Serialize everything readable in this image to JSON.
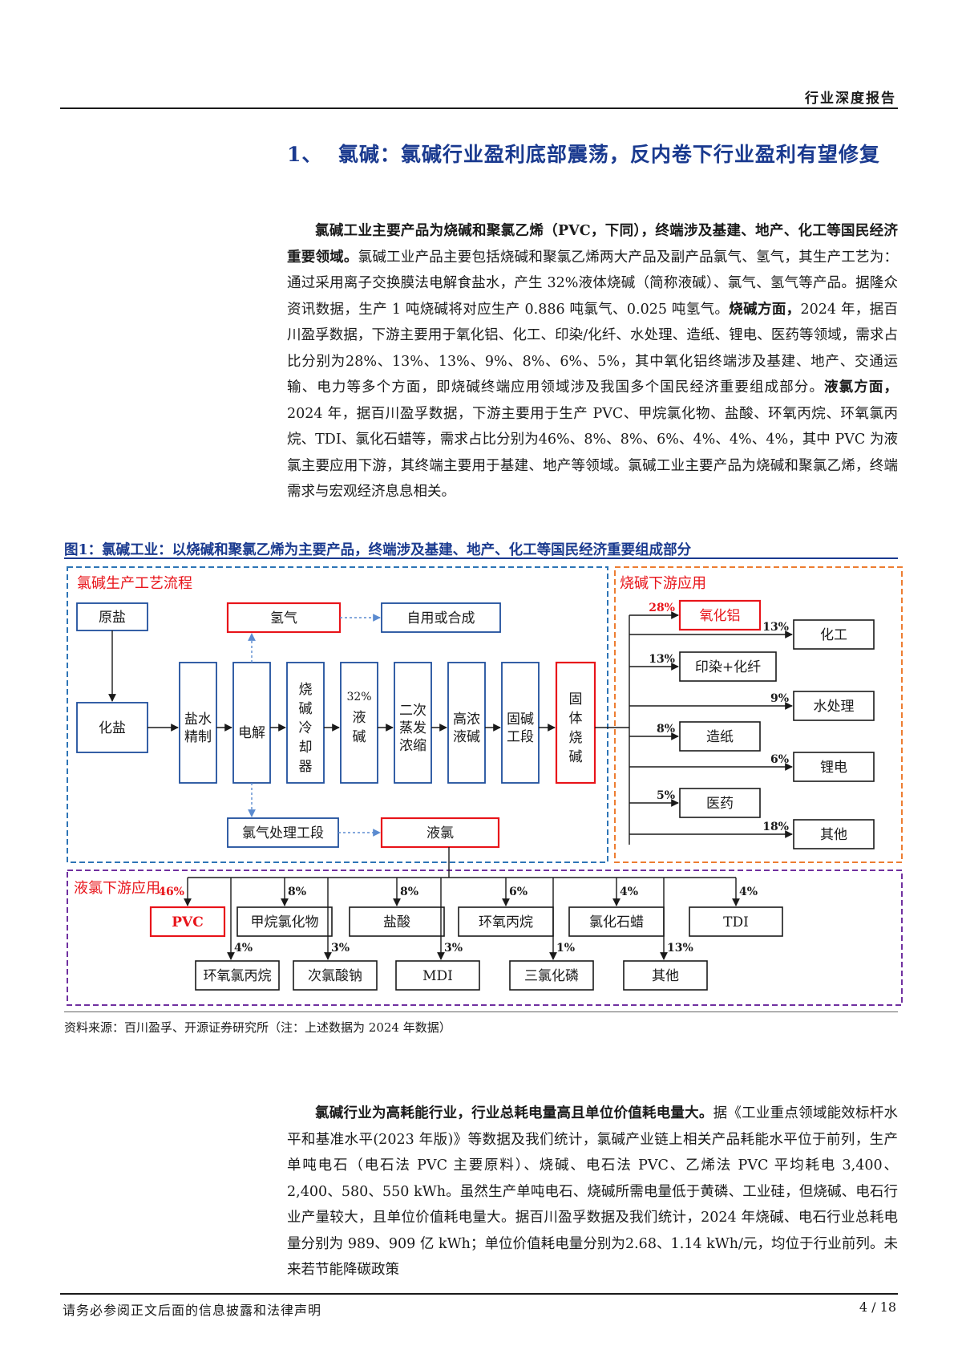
{
  "header": {
    "title": "行业深度报告"
  },
  "section": {
    "number": "1、",
    "title": "氯碱：氯碱行业盈利底部震荡，反内卷下行业盈利有望修复"
  },
  "para1": {
    "lead": "氯碱工业主要产品为烧碱和聚氯乙烯（PVC，下同），终端涉及基建、地产、化工等国民经济重要领域。",
    "text1": "氯碱工业产品主要包括烧碱和聚氯乙烯两大产品及副产品氯气、氢气，其生产工艺为：通过采用离子交换膜法电解食盐水，产生 32%液体烧碱（简称液碱）、氯气、氢气等产品。据隆众资讯数据，生产 1 吨烧碱将对应生产 0.886 吨氯气、0.025 吨氢气。",
    "em2": "烧碱方面，",
    "text2": "2024 年，据百川盈孚数据，下游主要用于氧化铝、化工、印染/化纤、水处理、造纸、锂电、医药等领域，需求占比分别为28%、13%、13%、9%、8%、6%、5%，其中氧化铝终端涉及基建、地产、交通运输、电力等多个方面，即烧碱终端应用领域涉及我国多个国民经济重要组成部分。",
    "em3": "液氯方面，",
    "text3": "2024 年，据百川盈孚数据，下游主要用于生产 PVC、甲烷氯化物、盐酸、环氧丙烷、环氧氯丙烷、TDI、氯化石蜡等，需求占比分别为46%、8%、8%、6%、4%、4%、4%，其中 PVC 为液氯主要应用下游，其终端主要用于基建、地产等领域。氯碱工业主要产品为烧碱和聚氯乙烯，终端需求与宏观经济息息相关。"
  },
  "figure": {
    "caption": "图1：氯碱工业：以烧碱和聚氯乙烯为主要产品，终端涉及基建、地产、化工等国民经济重要组成部分",
    "source": "资料来源：百川盈孚、开源证券研究所（注：上述数据为 2024 年数据）",
    "process_title": "氯碱生产工艺流程",
    "caustic_title": "烧碱下游应用",
    "chlorine_title": "液氯下游应用",
    "nodes": {
      "raw_salt": "原盐",
      "salt": "化盐",
      "brine": "盐水精制",
      "electrolysis": "电解",
      "hydrogen": "氢气",
      "self_use": "自用或合成",
      "cooling": "烧碱冷却器",
      "liquid32_pct": "32%",
      "liquid32": "液碱",
      "evap": "二次蒸发浓缩",
      "high_conc": "高浓液碱",
      "solid_section": "固碱工段",
      "solid": "固体烧碱",
      "chlorine_proc": "氯气处理工段",
      "liquid_chlorine": "液氯"
    },
    "caustic_downstream": [
      {
        "name": "氧化铝",
        "pct": "28%"
      },
      {
        "name": "化工",
        "pct": "13%"
      },
      {
        "name": "印染+化纤",
        "pct": "13%"
      },
      {
        "name": "水处理",
        "pct": "9%"
      },
      {
        "name": "造纸",
        "pct": "8%"
      },
      {
        "name": "锂电",
        "pct": "6%"
      },
      {
        "name": "医药",
        "pct": "5%"
      },
      {
        "name": "其他",
        "pct": "18%"
      }
    ],
    "chlorine_top": [
      {
        "name": "PVC",
        "pct": "46%"
      },
      {
        "name": "甲烷氯化物",
        "pct": "8%"
      },
      {
        "name": "盐酸",
        "pct": "8%"
      },
      {
        "name": "环氧丙烷",
        "pct": "6%"
      },
      {
        "name": "氯化石蜡",
        "pct": "4%"
      },
      {
        "name": "TDI",
        "pct": "4%"
      }
    ],
    "chlorine_bottom": [
      {
        "name": "环氧氯丙烷",
        "pct": "4%"
      },
      {
        "name": "次氯酸钠",
        "pct": "3%"
      },
      {
        "name": "MDI",
        "pct": "3%"
      },
      {
        "name": "三氯化磷",
        "pct": "1%"
      },
      {
        "name": "其他",
        "pct": "13%"
      }
    ],
    "colors": {
      "red": "#e8141a",
      "blue": "#1f4e9c",
      "orange": "#ed7d31",
      "purple": "#7030a0"
    }
  },
  "para2": {
    "lead": "氯碱行业为高耗能行业，行业总耗电量高且单位价值耗电量大。",
    "text": "据《工业重点领域能效标杆水平和基准水平(2023 年版)》等数据及我们统计，氯碱产业链上相关产品耗能水平位于前列，生产单吨电石（电石法 PVC 主要原料）、烧碱、电石法 PVC、乙烯法 PVC 平均耗电 3,400、2,400、580、550 kWh。虽然生产单吨电石、烧碱所需电量低于黄磷、工业硅，但烧碱、电石行业产量较大，且单位价值耗电量大。据百川盈孚数据及我们统计，2024 年烧碱、电石行业总耗电量分别为 989、909 亿 kWh；单位价值耗电量分别为2.68、1.14 kWh/元，均位于行业前列。未来若节能降碳政策"
  },
  "footer": {
    "disclaimer": "请务必参阅正文后面的信息披露和法律声明",
    "page": "4 / 18"
  }
}
